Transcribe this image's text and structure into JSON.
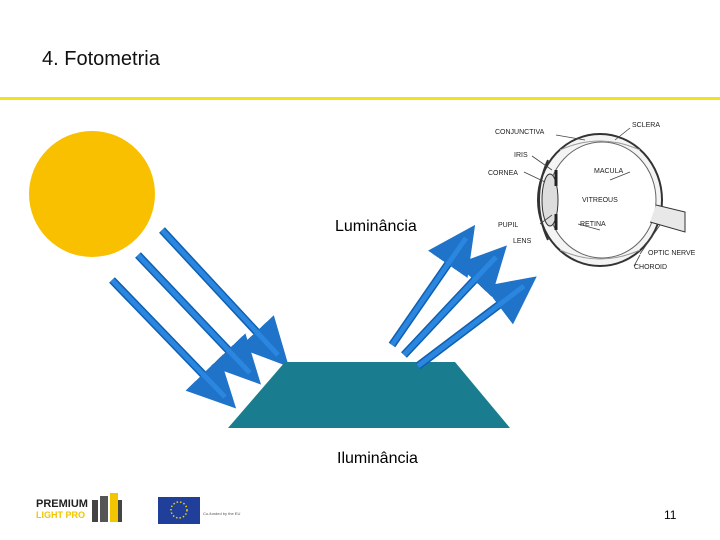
{
  "slide": {
    "title": "4. Fotometria",
    "luminance_label": "Luminância",
    "illuminance_label": "Iluminância",
    "page_number": "11"
  },
  "eye_diagram": {
    "labels": {
      "conjunctiva": "CONJUNCTIVA",
      "sclera": "SCLERA",
      "iris": "IRIS",
      "cornea": "CORNEA",
      "macula": "MACULA",
      "vitreous": "VITREOUS",
      "pupil": "PUPIL",
      "retina": "RETINA",
      "lens": "LENS",
      "optic_nerve": "OPTIC NERVE",
      "choroid": "CHOROID"
    }
  },
  "footer": {
    "logo_premium": "PREMIUM",
    "logo_light": "LIGHT PRO",
    "eu_text": "Co-funded by the EU"
  },
  "colors": {
    "sun": "#f9c000",
    "arrow": "#1f73c8",
    "surface": "#1a7d8f",
    "rule": "#f2e21a"
  }
}
